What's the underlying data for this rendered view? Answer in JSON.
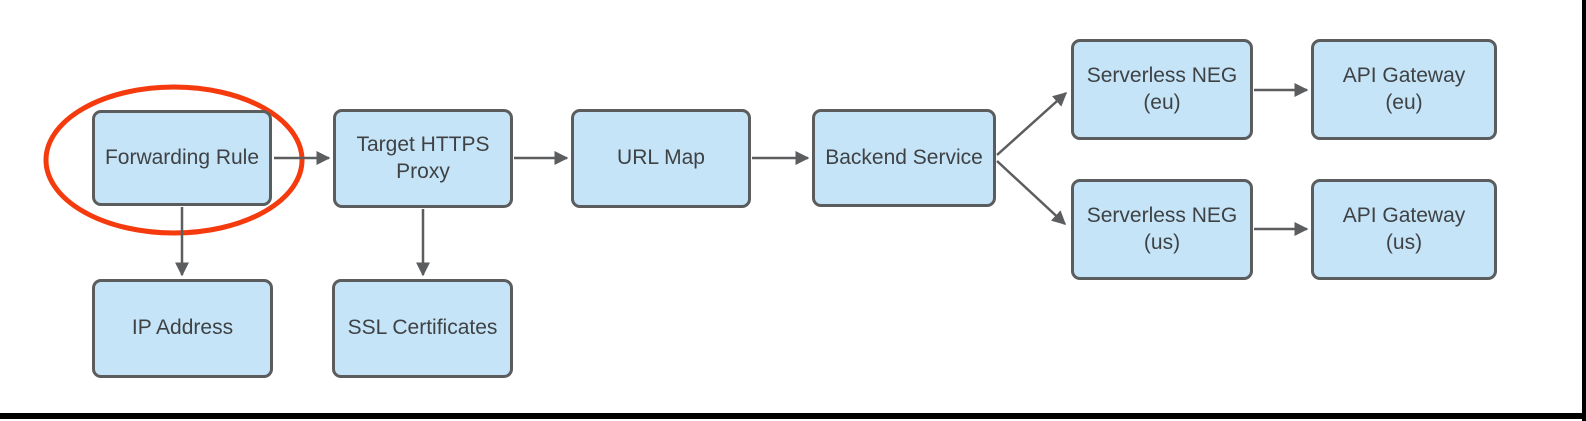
{
  "colors": {
    "node_fill": "#C5E4F7",
    "node_border": "#5A5C5E",
    "connector": "#5B5D5F",
    "text": "#3F4245",
    "highlight": "#F53B0D",
    "frame": "#000000",
    "background": "#FFFFFF"
  },
  "diagram": {
    "nodes": {
      "forwarding_rule": {
        "label": "Forwarding Rule",
        "highlighted": true
      },
      "target_https_proxy": {
        "label": "Target HTTPS\nProxy"
      },
      "url_map": {
        "label": "URL Map"
      },
      "backend_service": {
        "label": "Backend Service"
      },
      "serverless_neg_eu": {
        "label": "Serverless NEG\n(eu)"
      },
      "api_gateway_eu": {
        "label": "API Gateway\n(eu)"
      },
      "serverless_neg_us": {
        "label": "Serverless NEG\n(us)"
      },
      "api_gateway_us": {
        "label": "API Gateway\n(us)"
      },
      "ip_address": {
        "label": "IP Address"
      },
      "ssl_certificates": {
        "label": "SSL Certificates"
      }
    },
    "edges": [
      {
        "from": "forwarding_rule",
        "to": "target_https_proxy"
      },
      {
        "from": "target_https_proxy",
        "to": "url_map"
      },
      {
        "from": "url_map",
        "to": "backend_service"
      },
      {
        "from": "backend_service",
        "to": "serverless_neg_eu"
      },
      {
        "from": "backend_service",
        "to": "serverless_neg_us"
      },
      {
        "from": "serverless_neg_eu",
        "to": "api_gateway_eu"
      },
      {
        "from": "serverless_neg_us",
        "to": "api_gateway_us"
      },
      {
        "from": "forwarding_rule",
        "to": "ip_address"
      },
      {
        "from": "target_https_proxy",
        "to": "ssl_certificates"
      }
    ],
    "annotation": {
      "type": "ellipse-highlight",
      "around": "forwarding_rule",
      "color": "#F53B0D"
    }
  }
}
